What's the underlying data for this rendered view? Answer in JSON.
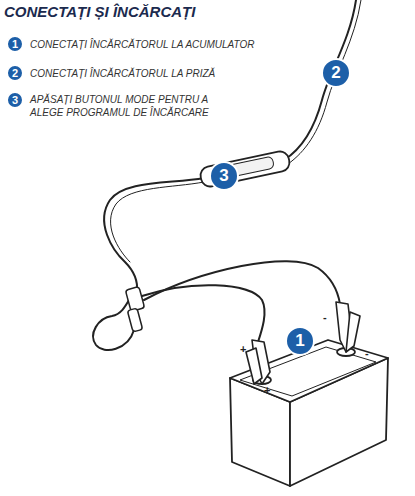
{
  "diagram": {
    "title": "CONECTAȚI ȘI ÎNCĂRCAȚI",
    "nodes": [
      {
        "text": [
          "1"
        ]
      },
      {
        "text": [
          "2"
        ]
      },
      {
        "text": [
          "3"
        ]
      },
      {
        "text": [
          "2"
        ]
      },
      {
        "text": [
          "3"
        ]
      },
      {
        "text": [
          "1"
        ]
      }
    ],
    "labels": [
      "CONECTAȚI ÎNCĂRCĂTORUL LA ACUMULATOR",
      "CONECTAȚI ÎNCĂRCĂTORUL LA PRIZĂ",
      "APĂSAȚI BUTONUL MODE PENTRU A ALEGE PROGRAMUL DE ÎNCĂRCARE",
      "+",
      "-",
      "+",
      "-"
    ]
  }
}
